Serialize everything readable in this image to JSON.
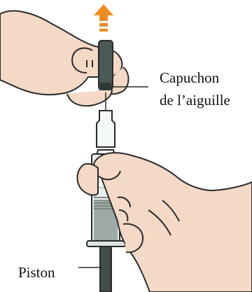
{
  "labels": {
    "needle_cap_line1": "Capuchon",
    "needle_cap_line2": "de l’aiguille",
    "piston": "Piston"
  },
  "icons": {
    "direction": "up-arrow-icon"
  },
  "colors": {
    "arrow": "#f08c1e",
    "skin": "#f3d9c6",
    "outline": "#2a2a2a",
    "cap": "#4a5a57",
    "plunger": "#3f4f4b",
    "barrel_glass": "#e9eeee",
    "liquid": "#8f9e9b"
  }
}
